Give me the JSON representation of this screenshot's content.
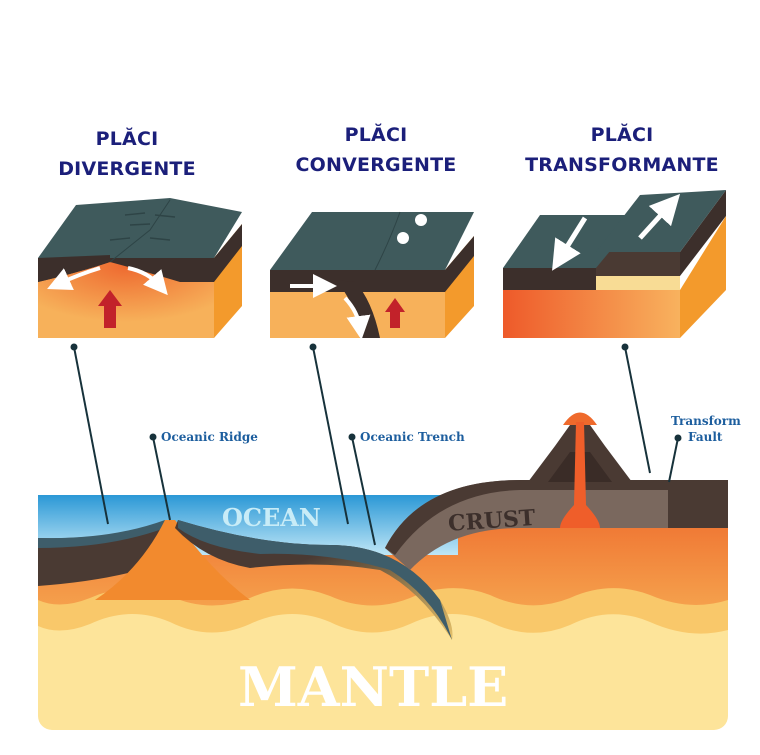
{
  "titles": [
    {
      "line1": "PLĂCI",
      "line2": "DIVERGENTE"
    },
    {
      "line1": "PLĂCI",
      "line2": "CONVERGENTE"
    },
    {
      "line1": "PLĂCI",
      "line2": "TRANSFORMANTE"
    }
  ],
  "labels": {
    "oceanic_ridge": "Oceanic Ridge",
    "oceanic_trench": "Oceanic Trench",
    "transform_line1": "Transform",
    "transform_line2": "Fault"
  },
  "layers": {
    "ocean": "OCEAN",
    "crust": "CRUST",
    "mantle": "MANTLE"
  },
  "colors": {
    "title": "#1b1f7a",
    "label": "#1d5e9e",
    "plate_top": "#3f5a5c",
    "plate_side": "#3c2f2b",
    "magma_orange": "#f28a2e",
    "magma_red": "#e8562a",
    "mantle_light": "#fde49a",
    "ocean_blue": "#2d9fd9",
    "arrow_red": "#c2222a"
  }
}
